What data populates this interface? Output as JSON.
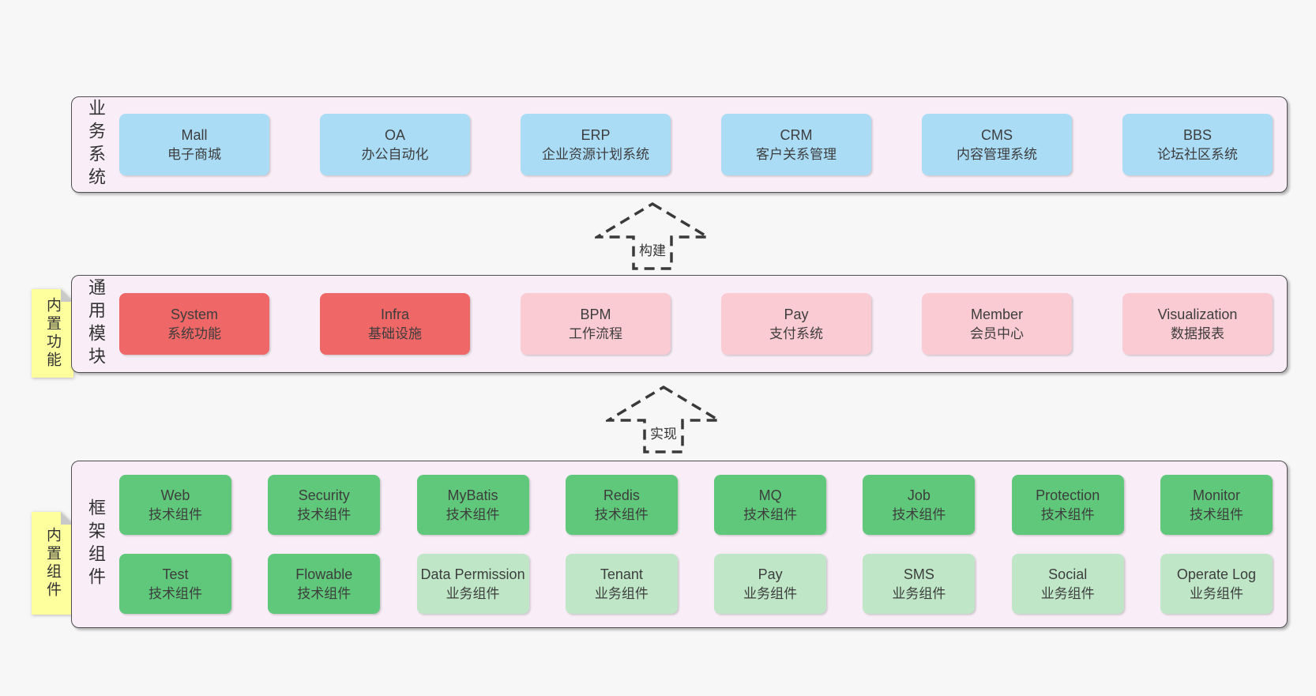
{
  "colors": {
    "page_bg": "#f7f7f7",
    "panel_bg": "#f9eef7",
    "panel_border": "#4f4f4f",
    "card_blue": "#aadcf6",
    "card_red": "#ef6767",
    "card_pink": "#fbcbd4",
    "card_green": "#60c87b",
    "card_green_light": "#bfe7c7",
    "sticky_yellow": "#feff9d",
    "sticky_fold": "#c9c9c9",
    "text": "#3d3d3d",
    "arrow_stroke": "#3a3a3a"
  },
  "arrows": [
    {
      "label": "构建"
    },
    {
      "label": "实现"
    }
  ],
  "sections": {
    "business": {
      "label": "业务系统",
      "items": [
        {
          "name": "Mall",
          "desc": "电子商城"
        },
        {
          "name": "OA",
          "desc": "办公自动化"
        },
        {
          "name": "ERP",
          "desc": "企业资源计划系统"
        },
        {
          "name": "CRM",
          "desc": "客户关系管理"
        },
        {
          "name": "CMS",
          "desc": "内容管理系统"
        },
        {
          "name": "BBS",
          "desc": "论坛社区系统"
        }
      ]
    },
    "common": {
      "label": "通用模块",
      "sticky": "内置功能",
      "items": [
        {
          "name": "System",
          "desc": "系统功能"
        },
        {
          "name": "Infra",
          "desc": "基础设施"
        },
        {
          "name": "BPM",
          "desc": "工作流程"
        },
        {
          "name": "Pay",
          "desc": "支付系统"
        },
        {
          "name": "Member",
          "desc": "会员中心"
        },
        {
          "name": "Visualization",
          "desc": "数据报表"
        }
      ]
    },
    "framework": {
      "label": "框架组件",
      "sticky": "内置组件",
      "rows": [
        [
          {
            "name": "Web",
            "desc": "技术组件"
          },
          {
            "name": "Security",
            "desc": "技术组件"
          },
          {
            "name": "MyBatis",
            "desc": "技术组件"
          },
          {
            "name": "Redis",
            "desc": "技术组件"
          },
          {
            "name": "MQ",
            "desc": "技术组件"
          },
          {
            "name": "Job",
            "desc": "技术组件"
          },
          {
            "name": "Protection",
            "desc": "技术组件"
          },
          {
            "name": "Monitor",
            "desc": "技术组件"
          }
        ],
        [
          {
            "name": "Test",
            "desc": "技术组件"
          },
          {
            "name": "Flowable",
            "desc": "技术组件"
          },
          {
            "name": "Data Permission",
            "desc": "业务组件"
          },
          {
            "name": "Tenant",
            "desc": "业务组件"
          },
          {
            "name": "Pay",
            "desc": "业务组件"
          },
          {
            "name": "SMS",
            "desc": "业务组件"
          },
          {
            "name": "Social",
            "desc": "业务组件"
          },
          {
            "name": "Operate Log",
            "desc": "业务组件"
          }
        ]
      ]
    }
  }
}
